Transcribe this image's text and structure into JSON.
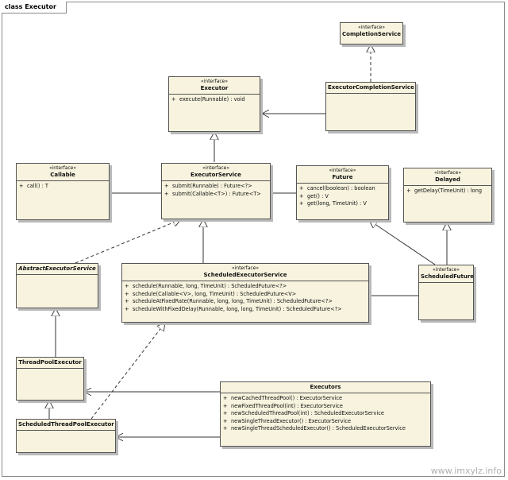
{
  "diagram": {
    "title": "class Executor",
    "watermark": "www.imxylz.info"
  },
  "classes": {
    "completion_service": {
      "stereotype": "«interface»",
      "name": "CompletionService"
    },
    "executor": {
      "stereotype": "«interface»",
      "name": "Executor",
      "ops": [
        "execute(Runnable) : void"
      ]
    },
    "executor_completion_service": {
      "name": "ExecutorCompletionService"
    },
    "callable": {
      "stereotype": "«interface»",
      "name": "Callable",
      "ops": [
        "call() : T"
      ]
    },
    "executor_service": {
      "stereotype": "«interface»",
      "name": "ExecutorService",
      "ops": [
        "submit(Runnable) : Future<?>",
        "submit(Callable<T>) : Future<T>"
      ]
    },
    "future": {
      "stereotype": "«interface»",
      "name": "Future",
      "ops": [
        "cancel(boolean) : boolean",
        "get() : V",
        "get(long, TimeUnit) : V"
      ]
    },
    "delayed": {
      "stereotype": "«interface»",
      "name": "Delayed",
      "ops": [
        "getDelay(TimeUnit) : long"
      ]
    },
    "abstract_executor_service": {
      "name": "AbstractExecutorService"
    },
    "scheduled_executor_service": {
      "stereotype": "«interface»",
      "name": "ScheduledExecutorService",
      "ops": [
        "schedule(Runnable, long, TimeUnit) : ScheduledFuture<?>",
        "schedule(Callable<V>, long, TimeUnit) : ScheduledFuture<V>",
        "scheduleAtFixedRate(Runnable, long, long, TimeUnit) : ScheduledFuture<?>",
        "scheduleWithFixedDelay(Runnable, long, long, TimeUnit) : ScheduledFuture<?>"
      ]
    },
    "scheduled_future": {
      "stereotype": "«interface»",
      "name": "ScheduledFuture"
    },
    "thread_pool_executor": {
      "name": "ThreadPoolExecutor"
    },
    "executors": {
      "name": "Executors",
      "ops": [
        "newCachedThreadPool() : ExecutorService",
        "newFixedThreadPool(int) : ExecutorService",
        "newScheduledThreadPool(int) : ScheduledExecutorService",
        "newSingleThreadExecutor() : ExecutorService",
        "newSingleThreadScheduledExecutor() : ScheduledExecutorService"
      ]
    },
    "scheduled_thread_pool_executor": {
      "name": "ScheduledThreadPoolExecutor"
    }
  },
  "visibility_marker": "+",
  "colors": {
    "class_fill": "#f7f3de",
    "line": "#333333",
    "shadow": "#b9b9b9"
  }
}
